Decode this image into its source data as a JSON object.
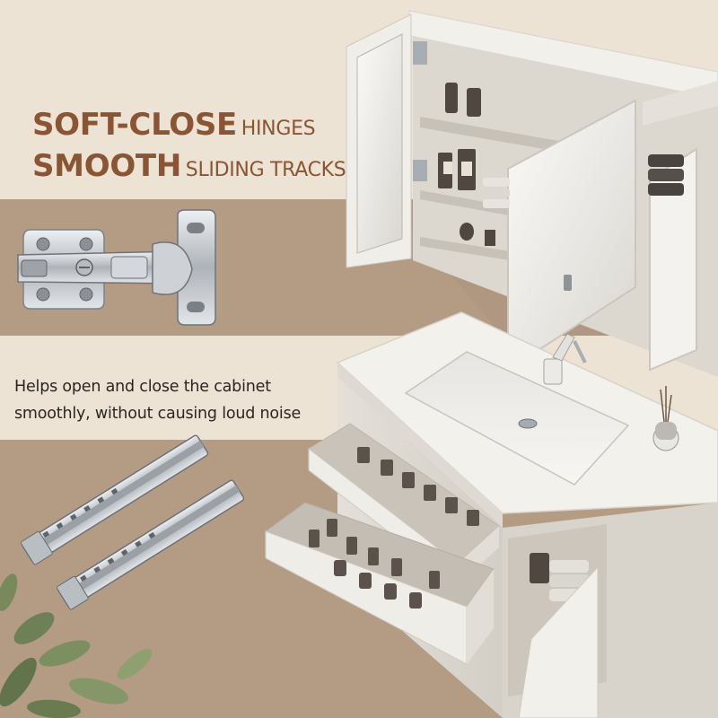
{
  "headline": {
    "line1_bold": "SOFT-CLOSE",
    "line1_light": "HINGES",
    "line2_bold": "SMOOTH",
    "line2_light": "SLIDING TRACKS"
  },
  "description": {
    "line1": "Helps open and close the cabinet",
    "line2": "smoothly, without causing loud noise"
  },
  "colors": {
    "background": "#ede3d4",
    "band": "#b39b84",
    "accent_text": "#8a5533",
    "body_text": "#2c2622",
    "cabinet_white": "#f3f1ec",
    "metal": "#c9ccd0"
  },
  "icons": [
    "door-hinge-icon",
    "drawer-slide-rail-icon"
  ]
}
